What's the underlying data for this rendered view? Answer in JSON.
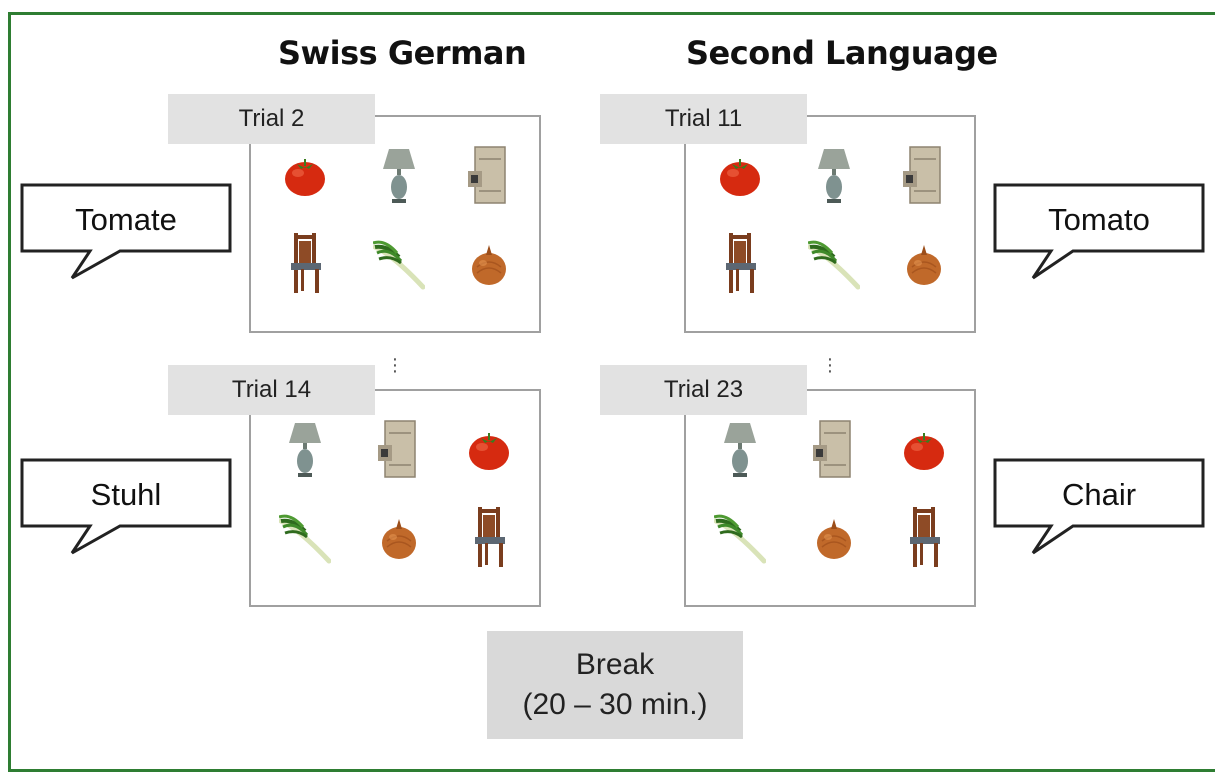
{
  "headers": {
    "swiss_german": "Swiss German",
    "second_language": "Second Language"
  },
  "trials": [
    {
      "label": "Trial 2",
      "word": "Tomate",
      "items": [
        "tomato",
        "lamp",
        "cabinet",
        "chair",
        "leek",
        "onion"
      ]
    },
    {
      "label": "Trial 11",
      "word": "Tomato",
      "items": [
        "tomato",
        "lamp",
        "cabinet",
        "chair",
        "leek",
        "onion"
      ]
    },
    {
      "label": "Trial 14",
      "word": "Stuhl",
      "items": [
        "lamp",
        "cabinet",
        "tomato",
        "leek",
        "onion",
        "chair"
      ]
    },
    {
      "label": "Trial 23",
      "word": "Chair",
      "items": [
        "lamp",
        "cabinet",
        "tomato",
        "leek",
        "onion",
        "chair"
      ]
    }
  ],
  "break_box": {
    "line1": "Break",
    "line2": "(20 – 30 min.)"
  },
  "colors": {
    "frame": "#2e7d32",
    "tab": "#e2e2e2",
    "break": "#d9d9d9",
    "tomato": "#d62a10",
    "onion": "#c0692a"
  },
  "icons": {
    "tomato": "tomato-icon",
    "lamp": "lamp-icon",
    "cabinet": "cabinet-icon",
    "chair": "chair-icon",
    "leek": "leek-icon",
    "onion": "onion-icon"
  }
}
